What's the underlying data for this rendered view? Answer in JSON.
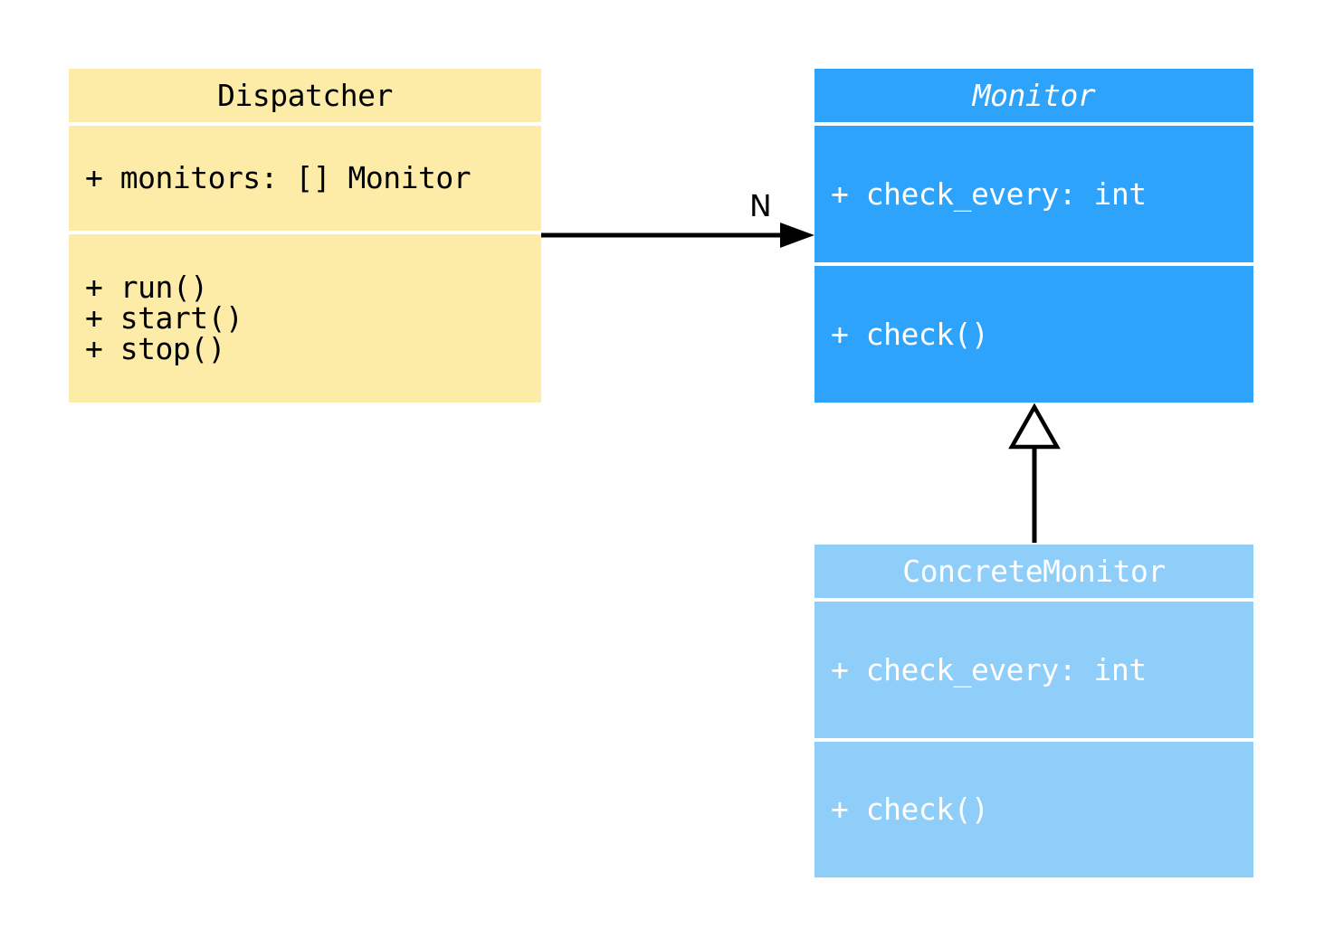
{
  "diagram": {
    "type": "uml-class-diagram",
    "background_color": "#ffffff",
    "classes": [
      {
        "name": "Dispatcher",
        "abstract": false,
        "fill_color": "#fdeba8",
        "text_color": "#000000",
        "attributes": [
          "+ monitors: [] Monitor"
        ],
        "methods": [
          "+ run()",
          "+ start()",
          "+ stop()"
        ]
      },
      {
        "name": "Monitor",
        "abstract": true,
        "fill_color": "#2ea3fb",
        "text_color": "#ffffff",
        "attributes": [
          "+ check_every: int"
        ],
        "methods": [
          "+ check()"
        ]
      },
      {
        "name": "ConcreteMonitor",
        "abstract": false,
        "fill_color": "#90cefa",
        "text_color": "#ffffff",
        "attributes": [
          "+ check_every: int"
        ],
        "methods": [
          "+ check()"
        ]
      }
    ],
    "relationships": [
      {
        "type": "association",
        "from": "Dispatcher",
        "to": "Monitor",
        "label": "N",
        "line_color": "#000000"
      },
      {
        "type": "inheritance",
        "from": "ConcreteMonitor",
        "to": "Monitor",
        "label": "",
        "line_color": "#000000"
      }
    ]
  }
}
